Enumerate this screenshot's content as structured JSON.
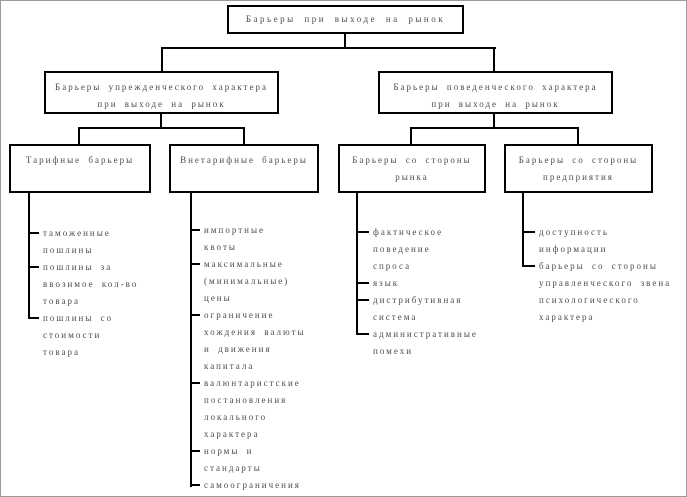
{
  "diagram": {
    "root": {
      "title": "Барьеры при выходе на рынок"
    },
    "branches": [
      {
        "title": "Барьеры упрежденческого характера\nпри выходе на рынок"
      },
      {
        "title": "Барьеры поведенческого характера\nпри выходе на рынок"
      }
    ],
    "groups": [
      {
        "title": "Тарифные барьеры",
        "items": [
          "таможенные\nпошлины",
          "пошлины за\nввозимое кол-во\nтовара",
          "пошлины со\nстоимости\nтовара"
        ]
      },
      {
        "title": "Внетарифные барьеры",
        "items": [
          "импортные\nквоты",
          "максимальные\n(минимальные)\nцены",
          "ограничение\nхождения валюты\nи движения\nкапитала",
          "валюнтаристские\nпостановления\nлокального\nхарактера",
          "нормы и\nстандарты",
          "самоограничения"
        ]
      },
      {
        "title": "Барьеры со стороны\nрынка",
        "items": [
          "фактическое\nповедение\nспроса",
          "язык",
          "дистрибутивная\nсистема",
          "административные\nпомехи"
        ]
      },
      {
        "title": "Барьеры со стороны\nпредприятия",
        "items": [
          "доступность\nинформации",
          "барьеры со стороны\nуправленческого звена\nпсихологического\nхарактера"
        ]
      }
    ],
    "colors": {
      "line": "#000000",
      "text": "#4c4c4c",
      "background": "#ffffff"
    }
  }
}
